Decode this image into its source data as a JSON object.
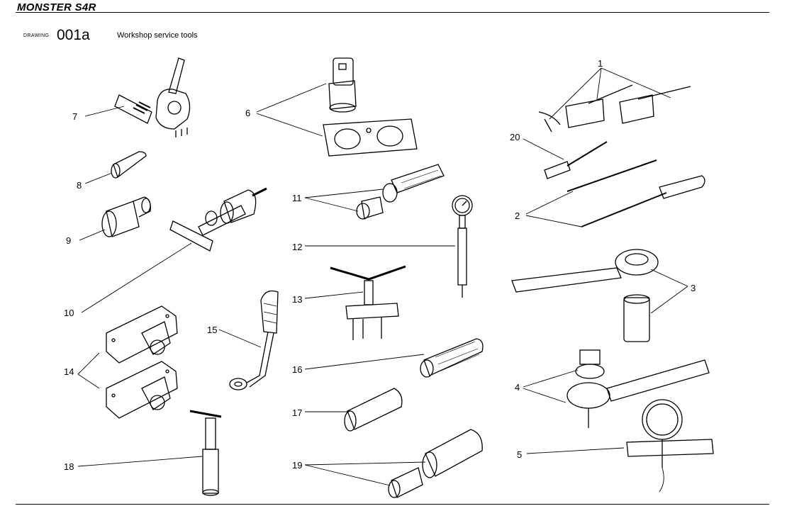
{
  "header": {
    "model": "MONSTER S4R",
    "drawing_label": "DRAWING",
    "drawing_number": "001a",
    "drawing_title": "Workshop service tools"
  },
  "callouts": [
    "1",
    "2",
    "3",
    "4",
    "5",
    "6",
    "7",
    "8",
    "9",
    "10",
    "11",
    "12",
    "13",
    "14",
    "15",
    "16",
    "17",
    "18",
    "19",
    "20"
  ]
}
